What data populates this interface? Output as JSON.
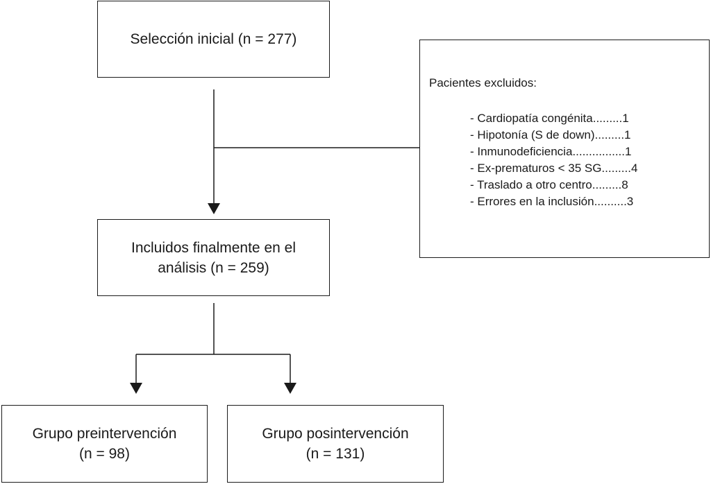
{
  "initial_selection": {
    "label": "Selección inicial (n = 277)"
  },
  "excluded": {
    "title": "Pacientes excluidos:",
    "items": [
      "- Cardiopatía congénita.........1",
      "- Hipotonía (S de down).........1",
      "- Inmunodeficiencia................1",
      "- Ex-prematuros < 35 SG.........4",
      "- Traslado a otro centro.........8",
      "- Errores en la inclusión..........3"
    ]
  },
  "included": {
    "line1": "Incluidos finalmente en el",
    "line2": "análisis (n = 259)"
  },
  "pre_group": {
    "line1": "Grupo preintervención",
    "line2": "(n = 98)"
  },
  "post_group": {
    "line1": "Grupo posintervención",
    "line2": "(n = 131)"
  }
}
